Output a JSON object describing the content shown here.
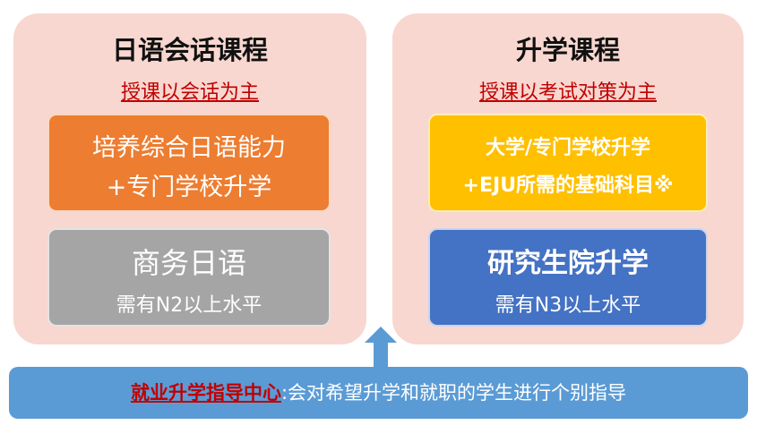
{
  "left": {
    "title": "日语会话课程",
    "subtitle": "授课以会话为主",
    "box1": {
      "line1": "培养综合日语能力",
      "line2": "+专门学校升学"
    },
    "box2": {
      "line1": "商务日语",
      "line2": "需有N2以上水平"
    }
  },
  "right": {
    "title": "升学课程",
    "subtitle": "授课以考试对策为主",
    "box1": {
      "line1": "大学/专门学校升学",
      "line2": "+EJU所需的基础科目※"
    },
    "box2": {
      "line1": "研究生院升学",
      "line2": "需有N3以上水平"
    }
  },
  "bottom": {
    "highlight": "就业升学指导中心",
    "text": ":会对希望升学和就职的学生进行个别指导"
  },
  "colors": {
    "panel": "#f8d7d0",
    "orange": "#ed7d31",
    "gray": "#a5a5a5",
    "yellow": "#ffc000",
    "blue": "#4472c4",
    "bar": "#5b9bd5",
    "red": "#c00000"
  }
}
